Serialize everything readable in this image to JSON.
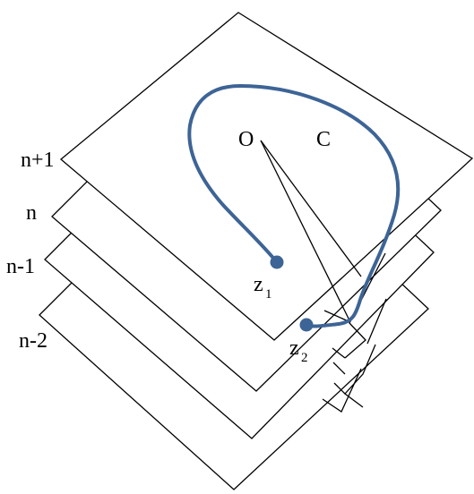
{
  "diagram": {
    "sheets": [
      {
        "label": "n+1"
      },
      {
        "label": "n"
      },
      {
        "label": "n-1"
      },
      {
        "label": "n-2"
      }
    ],
    "origin_label": "O",
    "contour_label": "C",
    "point_1": {
      "label": "z",
      "subscript": "1"
    },
    "point_2": {
      "label": "z",
      "subscript": "2"
    }
  },
  "colors": {
    "contour": "#3d6496",
    "lines": "#000000",
    "sheet_fill": "#ffffff"
  }
}
